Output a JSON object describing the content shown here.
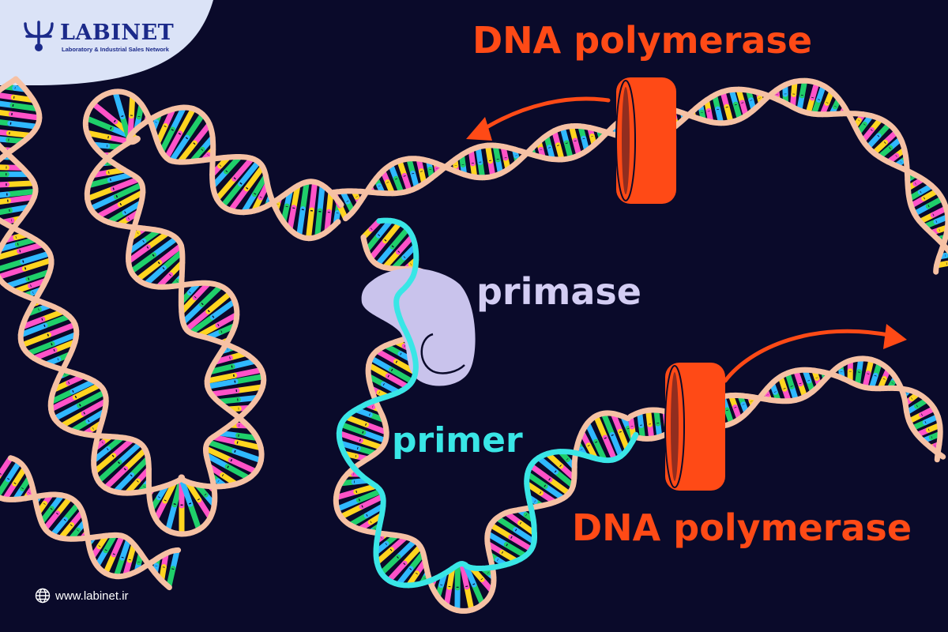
{
  "brand": {
    "name": "LABINET",
    "tagline": "Laboratory & Industrial Sales Network",
    "logo_icon": "labinet-trident-logo"
  },
  "labels": {
    "polymerase_top": "DNA polymerase",
    "primase": "primase",
    "primer": "primer",
    "polymerase_bottom": "DNA polymerase"
  },
  "footer": {
    "icon": "globe-icon",
    "url": "www.labinet.ir"
  },
  "colors": {
    "background": "#0a0a2a",
    "backbone": "#f6c1a4",
    "polymerase": "#ff4a16",
    "polymerase_label": "#ff4a16",
    "primase_shape": "#c9c3ec",
    "primase_label": "#d3cdf3",
    "primer": "#39e6e6",
    "brand_blue": "#1b2a8a",
    "badge": "#dbe3f7",
    "base_colors": [
      "#ffd51f",
      "#1fcf6a",
      "#ff52c8",
      "#2fb8ff"
    ],
    "base_dark": "#0a0a2a"
  }
}
